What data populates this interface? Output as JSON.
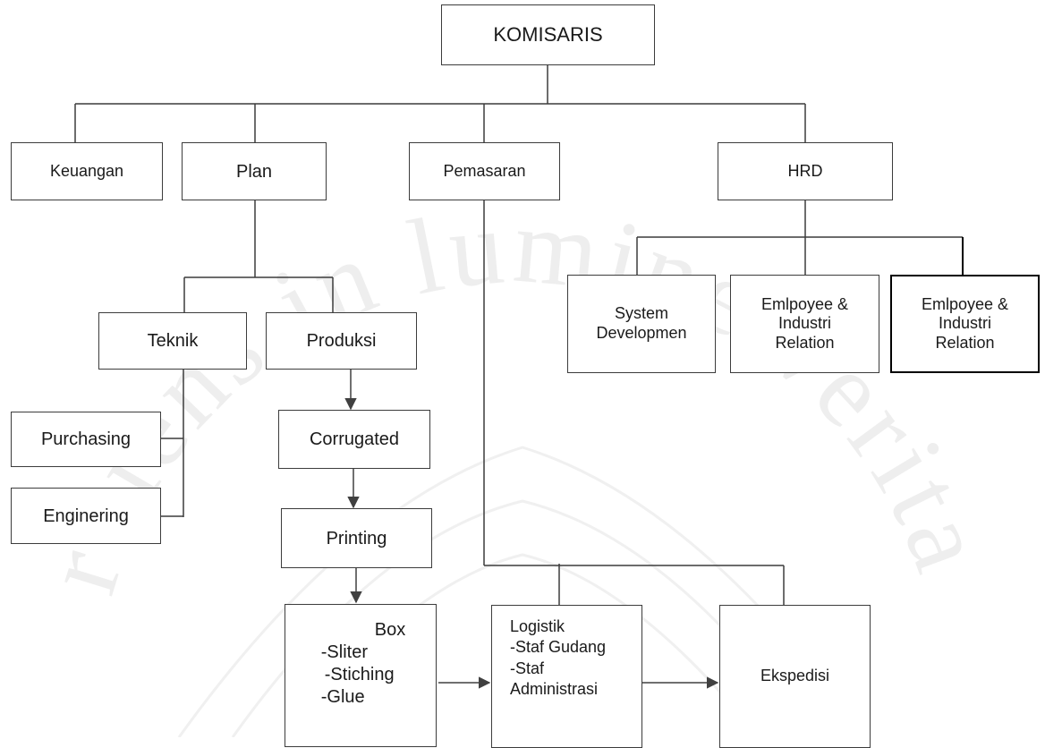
{
  "watermark": {
    "text": "serviens in lumine veritatis",
    "color": "#ececec"
  },
  "nodes": {
    "komisaris": "KOMISARIS",
    "keuangan": "Keuangan",
    "plan": "Plan",
    "pemasaran": "Pemasaran",
    "hrd": "HRD",
    "system_dev": [
      "System",
      "Developmen"
    ],
    "employee_1": [
      "Emlpoyee &",
      "Industri",
      "Relation"
    ],
    "employee_2": [
      "Emlpoyee &",
      "Industri",
      "Relation"
    ],
    "teknik": "Teknik",
    "produksi": "Produksi",
    "purchasing": "Purchasing",
    "enginering": "Enginering",
    "corrugated": "Corrugated",
    "printing": "Printing",
    "box": [
      "Box",
      "-Sliter",
      "-Stiching",
      "-Glue"
    ],
    "logistik": [
      "Logistik",
      "-Staf Gudang",
      "-Staf",
      "Administrasi"
    ],
    "ekspedisi": "Ekspedisi"
  },
  "colors": {
    "line": "#3c3c3c",
    "arrow": "#404040",
    "border_strong": "#000000"
  }
}
